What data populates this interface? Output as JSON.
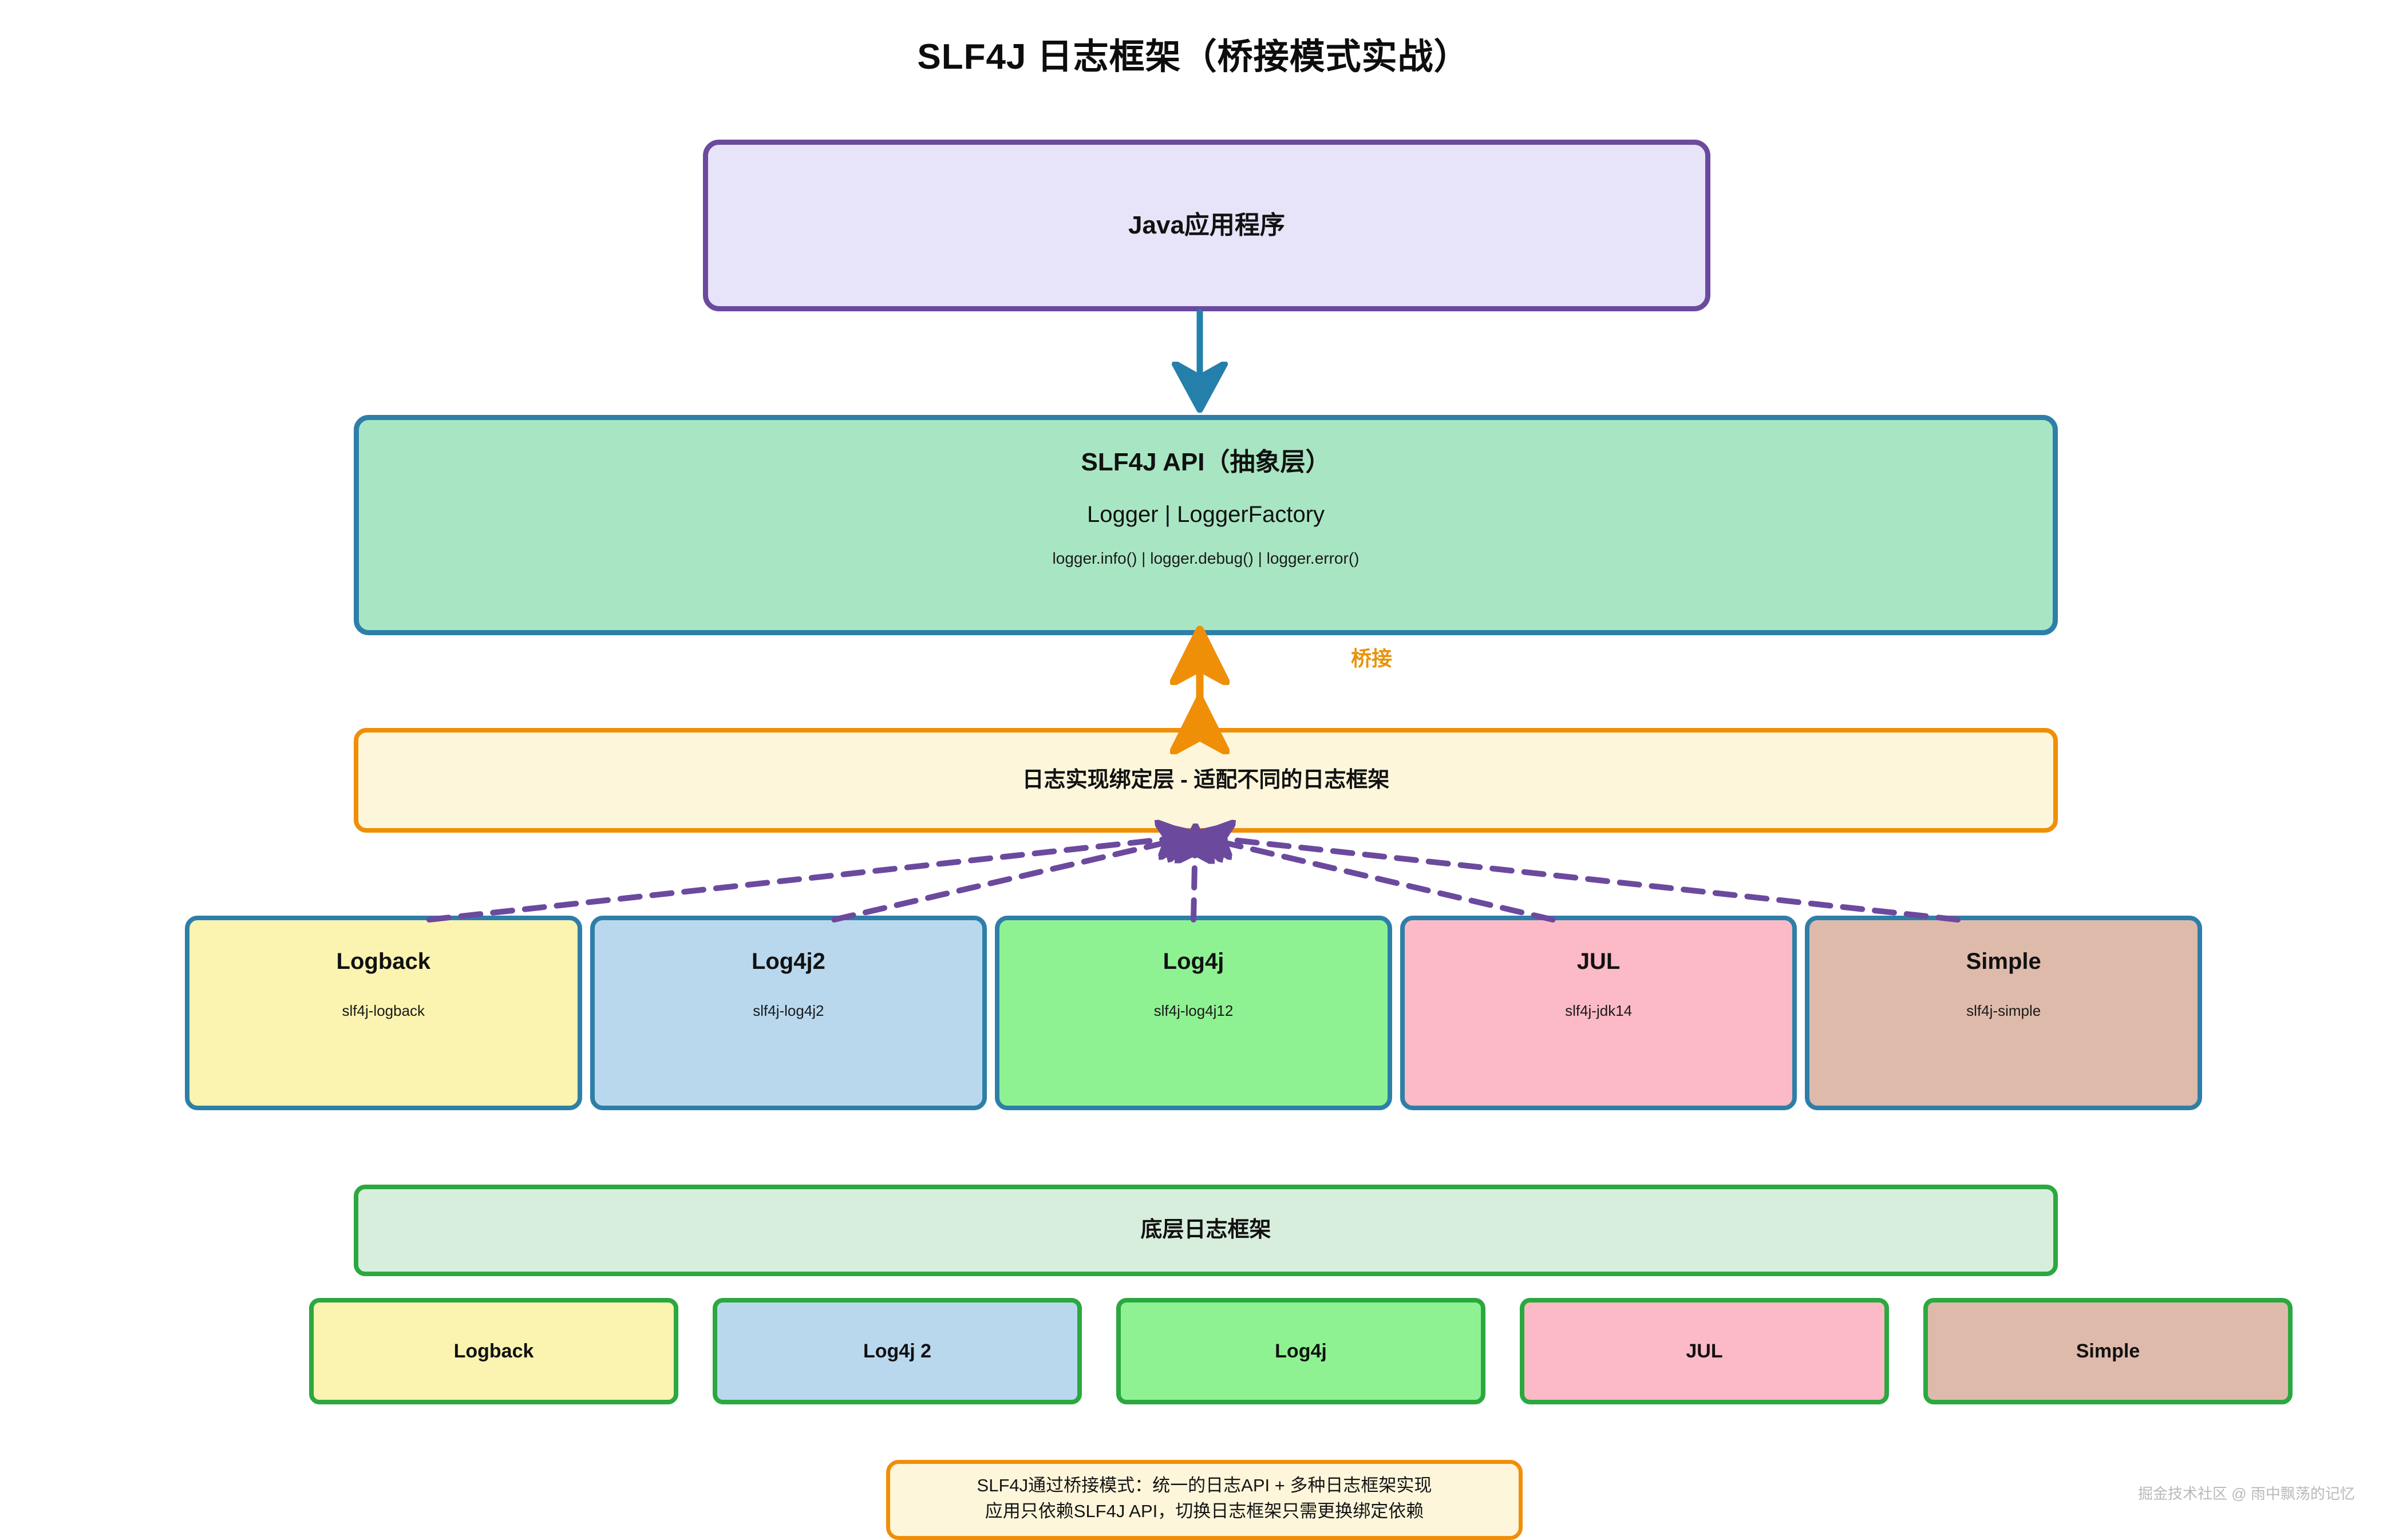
{
  "title": "SLF4J 日志框架（桥接模式实战）",
  "colors": {
    "app_border": "#6b4a9e",
    "app_fill": "#e7e3f8",
    "api_border": "#2e7fa8",
    "api_fill": "#a8e6c3",
    "bridge_accent": "#ef8f08",
    "binding_fill": "#fdf6db",
    "impl_border": "#2ba83f",
    "impl_fill": "#d7eedd",
    "arrow_blue": "#2480ab",
    "arrow_purple": "#6b4a9e"
  },
  "app": {
    "label": "Java应用程序"
  },
  "api": {
    "title": "SLF4J API（抽象层）",
    "classes": "Logger | LoggerFactory",
    "methods": "logger.info() | logger.debug() | logger.error()"
  },
  "bridge": {
    "label": "桥接"
  },
  "binding_layer": {
    "label": "日志实现绑定层 - 适配不同的日志框架"
  },
  "bindings": [
    {
      "name": "Logback",
      "artifact": "slf4j-logback",
      "fill": "#fbf3b0"
    },
    {
      "name": "Log4j2",
      "artifact": "slf4j-log4j2",
      "fill": "#b9d8ee"
    },
    {
      "name": "Log4j",
      "artifact": "slf4j-log4j12",
      "fill": "#8ff292"
    },
    {
      "name": "JUL",
      "artifact": "slf4j-jdk14",
      "fill": "#fcb9c6"
    },
    {
      "name": "Simple",
      "artifact": "slf4j-simple",
      "fill": "#debaab"
    }
  ],
  "underlying": {
    "label": "底层日志框架"
  },
  "implementations": [
    {
      "name": "Logback",
      "fill": "#fbf3b0"
    },
    {
      "name": "Log4j 2",
      "fill": "#b9d8ee"
    },
    {
      "name": "Log4j",
      "fill": "#8ff292"
    },
    {
      "name": "JUL",
      "fill": "#fcb9c6"
    },
    {
      "name": "Simple",
      "fill": "#debaab"
    }
  ],
  "footer": {
    "line1": "SLF4J通过桥接模式：统一的日志API + 多种日志框架实现",
    "line2": "应用只依赖SLF4J API，切换日志框架只需更换绑定依赖"
  },
  "watermark": "掘金技术社区 @ 雨中飘荡的记忆"
}
